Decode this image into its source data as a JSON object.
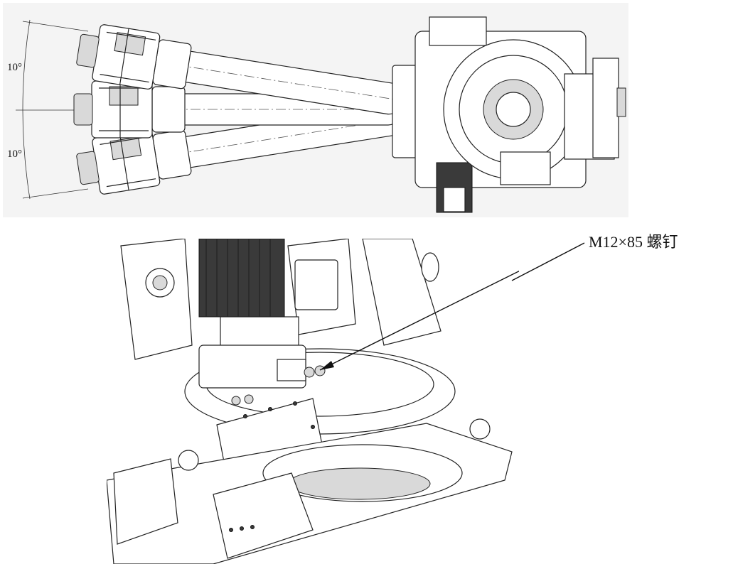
{
  "top_view": {
    "angle_upper": "10°",
    "angle_lower": "10°"
  },
  "callout": {
    "label": "M12×85 螺钉"
  }
}
